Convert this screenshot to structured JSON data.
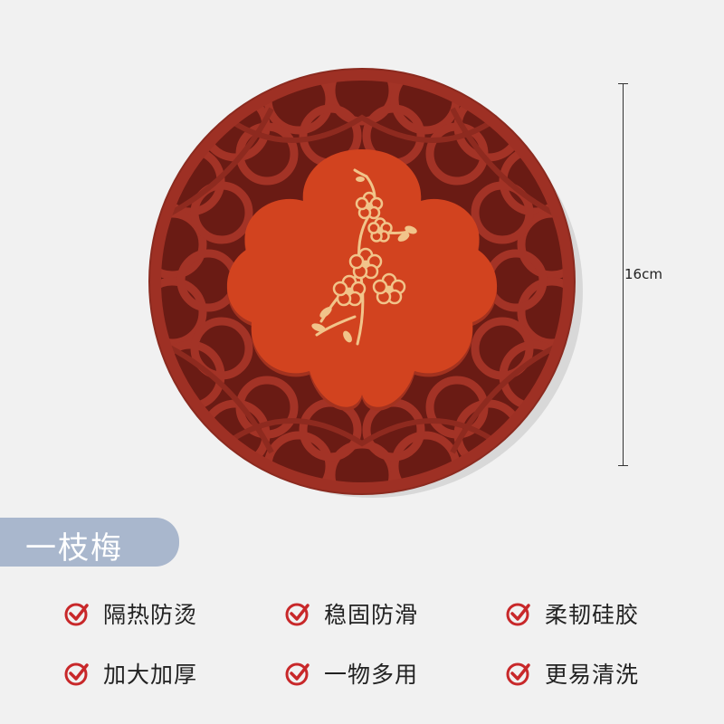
{
  "product": {
    "name": "一枝梅",
    "dimension_label": "16cm"
  },
  "colors": {
    "coaster_frame": "#9a2e22",
    "coaster_shadow": "#6e1c14",
    "flower_center": "#d2431f",
    "gold_motif": "#f1c48a",
    "tag_bg": "#a9b7cd",
    "check_red": "#c8282a"
  },
  "features": [
    {
      "label": "隔热防烫",
      "icon": "check-circle-icon"
    },
    {
      "label": "稳固防滑",
      "icon": "check-circle-icon"
    },
    {
      "label": "柔韧硅胶",
      "icon": "check-circle-icon"
    },
    {
      "label": "加大加厚",
      "icon": "check-circle-icon"
    },
    {
      "label": "一物多用",
      "icon": "check-circle-icon"
    },
    {
      "label": "更易清洗",
      "icon": "check-circle-icon"
    }
  ]
}
